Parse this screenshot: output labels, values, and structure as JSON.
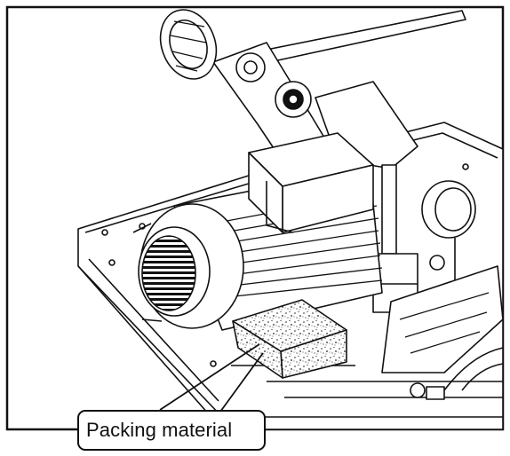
{
  "callout": {
    "label": "Packing material"
  },
  "colors": {
    "line": "#111111",
    "fill": "#ffffff",
    "foam": "#222222"
  },
  "illustration": {
    "subject": "saw motor and base assembly with foam packing block",
    "parts": [
      "frame-border",
      "base-plate",
      "motor",
      "motor-fan-cover",
      "terminal-box",
      "packing-foam-block",
      "upper-arm",
      "handle-knob",
      "round-gauge",
      "pulley-gear",
      "leader-line"
    ]
  }
}
